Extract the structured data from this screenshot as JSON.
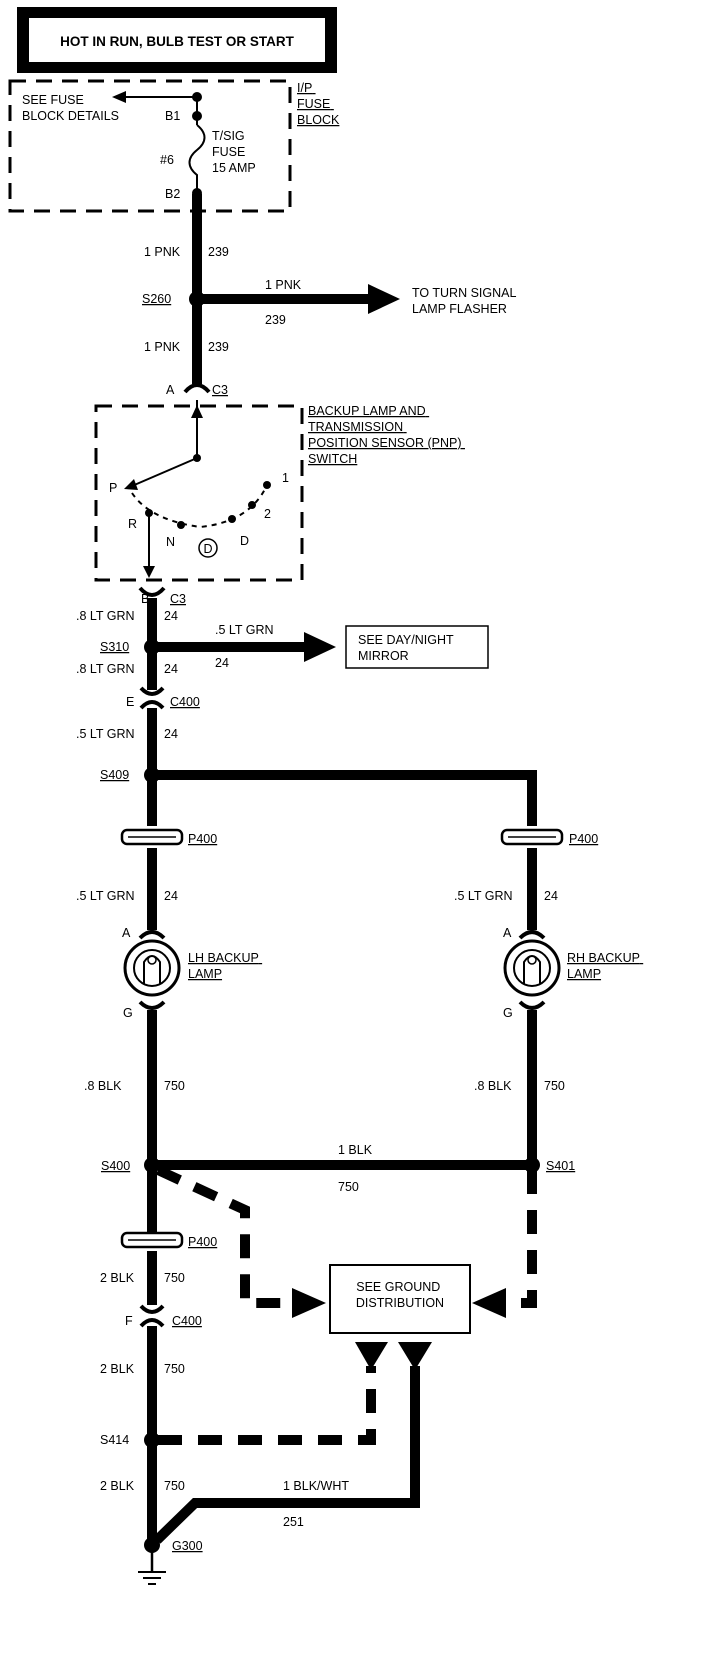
{
  "header": {
    "title": "HOT IN RUN, BULB TEST OR START"
  },
  "fuse_block": {
    "name_line1": "I/P",
    "name_line2": "FUSE",
    "name_line3": "BLOCK",
    "details_line1": "SEE FUSE",
    "details_line2": "BLOCK DETAILS",
    "terminal_top": "B1",
    "terminal_bottom": "B2",
    "fuse_number": "#6",
    "fuse_label_line1": "T/SIG",
    "fuse_label_line2": "FUSE",
    "fuse_label_line3": "15 AMP"
  },
  "wires": {
    "w1_size": "1 PNK",
    "w1_circuit": "239",
    "s260": "S260",
    "branch_flasher_size": "1 PNK",
    "branch_flasher_circuit": "239",
    "flasher_line1": "TO TURN SIGNAL",
    "flasher_line2": "LAMP FLASHER",
    "w2_size": "1 PNK",
    "w2_circuit": "239"
  },
  "pnp_switch": {
    "pin_top": "A",
    "conn_top": "C3",
    "title_line1": "BACKUP LAMP AND",
    "title_line2": "TRANSMISSION",
    "title_line3": "POSITION SENSOR (PNP)",
    "title_line4": "SWITCH",
    "pos_p": "P",
    "pos_r": "R",
    "pos_n": "N",
    "pos_d_circle": "D",
    "pos_d": "D",
    "pos_2": "2",
    "pos_1": "1",
    "pin_bottom": "B",
    "conn_bottom": "C3"
  },
  "lower": {
    "w3_size": ".8 LT GRN",
    "w3_circuit": "24",
    "s310": "S310",
    "mirror_branch_size": ".5 LT GRN",
    "mirror_branch_circuit": "24",
    "mirror_line1": "SEE DAY/NIGHT",
    "mirror_line2": "MIRROR",
    "w4_size": ".8 LT GRN",
    "w4_circuit": "24",
    "c400_pin": "E",
    "c400": "C400",
    "w5_size": ".5 LT GRN",
    "w5_circuit": "24",
    "s409": "S409",
    "p400_left": "P400",
    "p400_right": "P400",
    "lh_size": ".5 LT GRN",
    "lh_circuit": "24",
    "rh_size": ".5 LT GRN",
    "rh_circuit": "24",
    "lh_pin_a": "A",
    "rh_pin_a": "A",
    "lh_lamp_line1": "LH BACKUP",
    "lh_lamp_line2": "LAMP",
    "rh_lamp_line1": "RH BACKUP",
    "rh_lamp_line2": "LAMP",
    "lh_pin_g": "G",
    "rh_pin_g": "G",
    "lh_gnd_size": ".8 BLK",
    "lh_gnd_circuit": "750",
    "rh_gnd_size": ".8 BLK",
    "rh_gnd_circuit": "750",
    "s400": "S400",
    "s401": "S401",
    "cross_size": "1 BLK",
    "cross_circuit": "750",
    "p400_ground": "P400",
    "g1_size": "2 BLK",
    "g1_circuit": "750",
    "c400_pin_f": "F",
    "c400_ground": "C400",
    "ground_dist_line1": "SEE GROUND",
    "ground_dist_line2": "DISTRIBUTION",
    "g2_size": "2 BLK",
    "g2_circuit": "750",
    "s414": "S414",
    "g3_size": "2 BLK",
    "g3_circuit": "750",
    "blkwht_size": "1 BLK/WHT",
    "blkwht_circuit": "251",
    "g300": "G300"
  }
}
